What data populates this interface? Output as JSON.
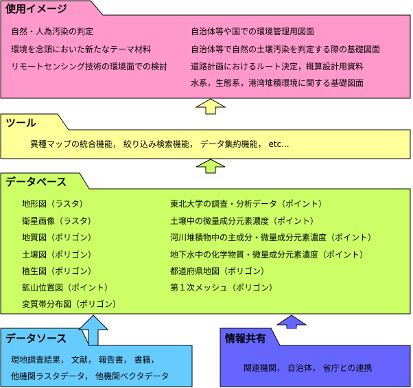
{
  "usage": {
    "title": "使用イメージ",
    "left": [
      "自然・人為汚染の判定",
      "環境を念頭においた新たなテーマ材料",
      "リモートセンシング技術の環境面での検討"
    ],
    "right": [
      "自治体等や国での環境管理用図面",
      "自治体等で自然の土壌汚染を判定する際の基礎図面",
      "道路計画におけるルート決定，概算設計用資料",
      "水系，生態系，港湾堆積環境に関する基礎図面"
    ],
    "color": "#ff99cc"
  },
  "tools": {
    "title": "ツール",
    "line": "異種マップの統合機能，  絞り込み検索機能，  データ集約機能，   etc...",
    "color": "#ffff99"
  },
  "database": {
    "title": "データベース",
    "left": [
      "地形図（ラスタ）",
      "衛星画像（ラスタ）",
      "地質図（ポリゴン）",
      "土壌図（ポリゴン）",
      "植生図（ポリゴン）",
      "鉱山位置図（ポイント）",
      "変質帯分布図（ポリゴン）"
    ],
    "right": [
      "東北大学の調査・分析データ（ポイント）",
      "土壌中の微量成分元素濃度（ポイント）",
      "河川堆積物中の主成分・微量成分元素濃度（ポイント）",
      "地下水中の化学物質・微量成分元素濃度（ポイント）",
      "都道府県地図（ポリゴン）",
      "第１次メッシュ（ポリゴン）"
    ],
    "color": "#ccff66"
  },
  "sources": {
    "title": "データソース",
    "lines": [
      "現地調査結果，  文献，  報告書，  書籍，",
      "他機関ラスタデータ，  他機関ベクタデータ"
    ],
    "color": "#66ccff"
  },
  "sharing": {
    "title": "情報共有",
    "line": "関連機関，  自治体，  省庁との連携",
    "color": "#6666ff"
  }
}
